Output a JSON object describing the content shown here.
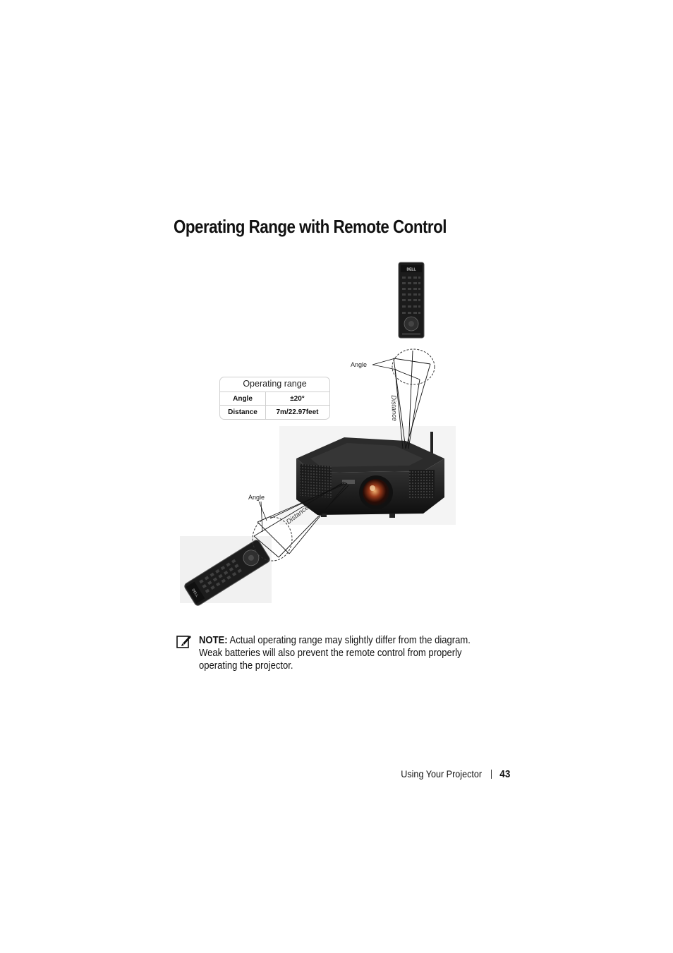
{
  "title": "Operating Range with Remote Control",
  "figure": {
    "angle_label": "Angle",
    "distance_label": "Distance",
    "table": {
      "title": "Operating range",
      "rows": [
        {
          "key": "Angle",
          "value": "±20°"
        },
        {
          "key": "Distance",
          "value": "7m/22.97feet"
        }
      ]
    },
    "remote_brand": "DELL",
    "icons": [
      "remote-control-top-icon",
      "projector-icon",
      "remote-control-angled-icon",
      "note-pencil-icon"
    ]
  },
  "note": {
    "prefix": "NOTE:",
    "text": "Actual operating range may slightly differ from the diagram. Weak batteries will also prevent the remote control from properly operating the projector."
  },
  "footer": {
    "section": "Using Your Projector",
    "page_number": "43"
  }
}
